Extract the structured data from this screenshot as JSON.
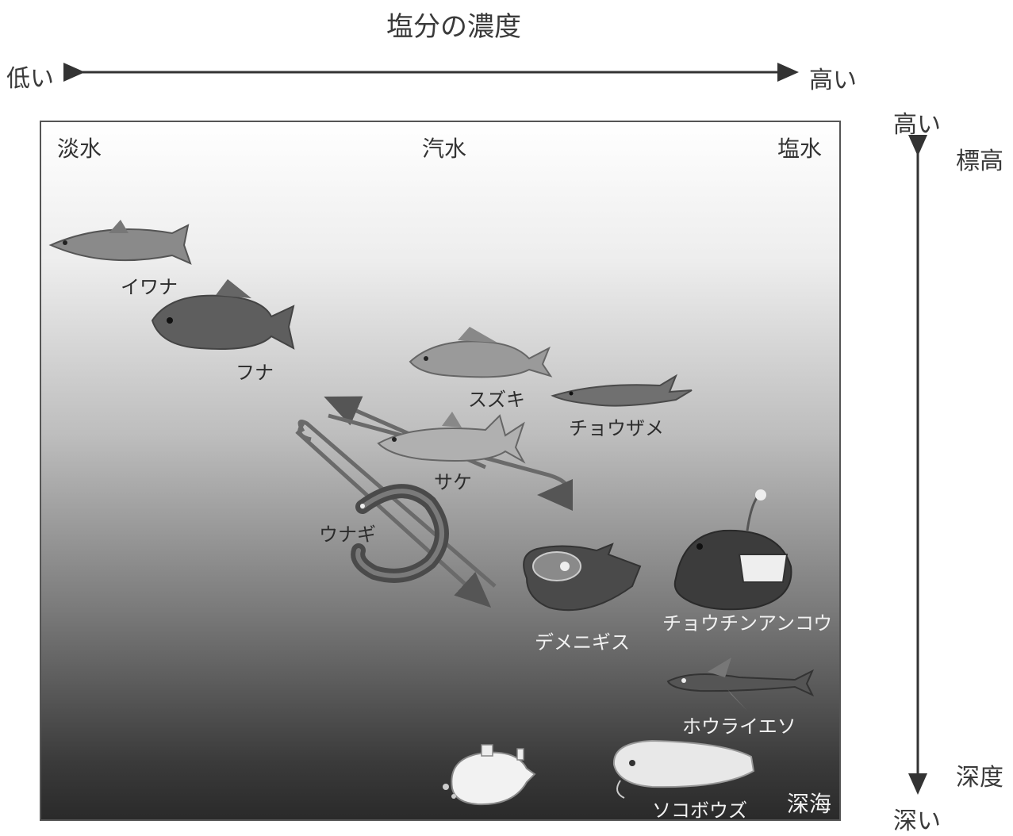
{
  "header": {
    "title": "塩分の濃度",
    "low": "低い",
    "high": "高い"
  },
  "zones": {
    "fresh": "淡水",
    "brackish": "汽水",
    "salt": "塩水",
    "deep_sea": "深海"
  },
  "vertical_axis": {
    "top": "高い",
    "top_label": "標高",
    "bottom_label": "深度",
    "bottom": "深い"
  },
  "species": {
    "iwana": "イワナ",
    "funa": "フナ",
    "suzuki": "スズキ",
    "chouzame": "チョウザメ",
    "sake": "サケ",
    "unagi": "ウナギ",
    "demenigisu": "デメニギス",
    "chouchinankou": "チョウチンアンコウ",
    "houraieso": "ホウライエソ",
    "sokobouzu": "ソコボウズ"
  }
}
